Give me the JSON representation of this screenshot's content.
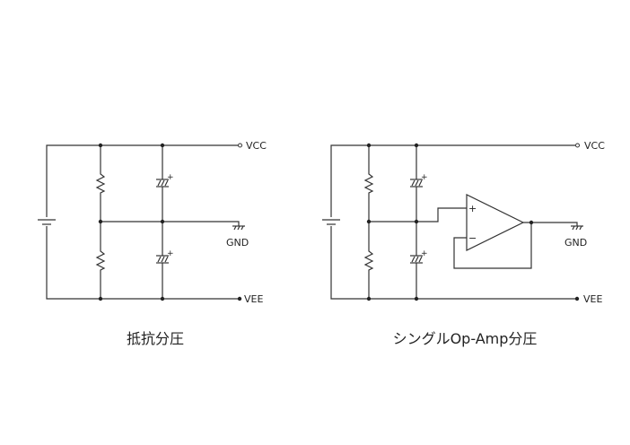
{
  "circuits": [
    {
      "caption": "抵抗分圧",
      "vcc_label": "VCC",
      "gnd_label": "GND",
      "vee_label": "VEE"
    },
    {
      "caption": "シングルOp-Amp分圧",
      "vcc_label": "VCC",
      "gnd_label": "GND",
      "vee_label": "VEE",
      "opamp_plus": "+",
      "opamp_minus": "−"
    }
  ],
  "capacitor_polarity": "+",
  "colors": {
    "wire": "#333333",
    "background": "#ffffff"
  }
}
